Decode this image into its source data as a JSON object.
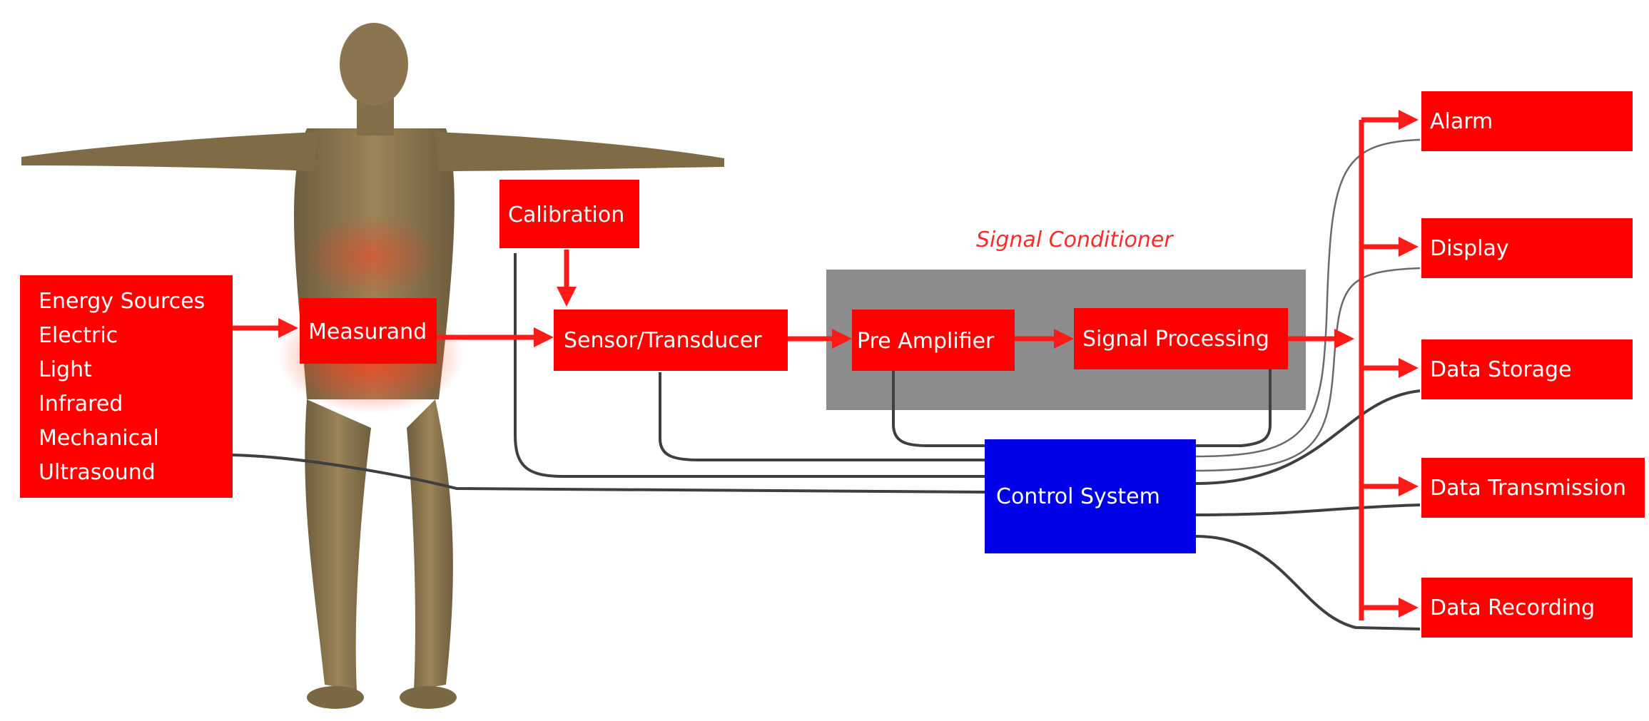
{
  "colors": {
    "block": "#ff0000",
    "control_block": "#0000e6",
    "conditioner_panel": "#8c8c8c",
    "flow_arrow": "#ff1a1a",
    "wire": "#3f3f3f",
    "body_skin": "#8a7550"
  },
  "energy_sources": {
    "lines": [
      "Energy Sources",
      "Electric",
      "Light",
      "Infrared",
      "Mechanical",
      "Ultrasound"
    ]
  },
  "blocks": {
    "measurand": "Measurand",
    "calibration": "Calibration",
    "sensor": "Sensor/Transducer",
    "pre_amplifier": "Pre Amplifier",
    "signal_processing": "Signal Processing",
    "control_system": "Control System"
  },
  "signal_conditioner": {
    "title": "Signal Conditioner"
  },
  "outputs": [
    "Alarm",
    "Display",
    "Data Storage",
    "Data Transmission",
    "Data Recording"
  ],
  "human_figure": {
    "icon": "human-body-figure"
  }
}
